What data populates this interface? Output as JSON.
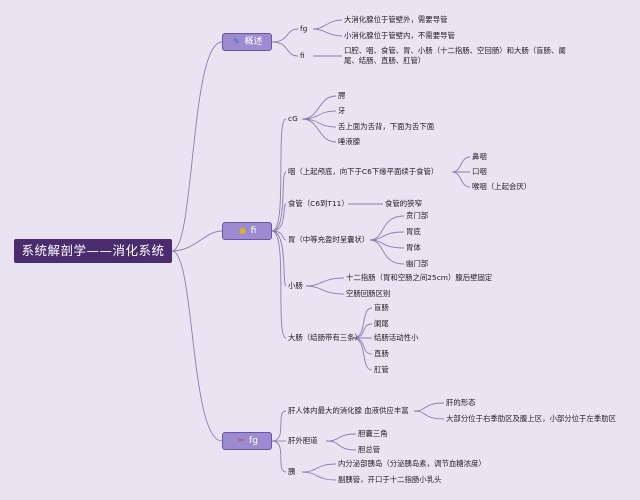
{
  "root": "系统解剖学——消化系统",
  "overview": {
    "label": "概述",
    "fg": {
      "label": "fg",
      "items": [
        "大消化腺位于管壁外，需要导管",
        "小消化腺位于管壁内，不需要导管"
      ]
    },
    "fi": {
      "label": "fi",
      "text": "口腔、咽、食管、胃、小肠（十二指肠、空回肠）和大肠（盲肠、阑尾、结肠、直肠、肛管）"
    }
  },
  "fi": {
    "label": "fi",
    "cg": {
      "label": "cG",
      "items": [
        "腭",
        "牙",
        "舌上面为舌背，下面为舌下面",
        "唾液腺"
      ]
    },
    "pharynx": {
      "label": "咽（上起颅底，向下于C6下缘平面续于食管）",
      "items": [
        "鼻咽",
        "口咽",
        "喉咽（上起会厌）"
      ]
    },
    "esophagus": {
      "label": "食管（C6到T11）",
      "item": "食管的狭窄"
    },
    "stomach": {
      "label": "胃（中等充盈时呈囊状）",
      "items": [
        "贲门部",
        "胃底",
        "胃体",
        "幽门部"
      ]
    },
    "small_intestine": {
      "label": "小肠",
      "items": [
        "十二指肠（胃和空肠之间25cm）腹后壁固定",
        "空肠回肠区别"
      ]
    },
    "large_intestine": {
      "label": "大肠（结肠带有三条）",
      "items": [
        "盲肠",
        "阑尾",
        "结肠活动性小",
        "直肠",
        "肛管"
      ]
    }
  },
  "fg": {
    "label": "fg",
    "liver": {
      "label": "肝人体内最大的消化腺 血液供应丰富",
      "items": [
        "肝的形态",
        "大部分位于右季肋区及腹上区，小部分位于左季肋区"
      ]
    },
    "biliary": {
      "label": "肝外胆道",
      "items": [
        "胆囊三角",
        "胆总管"
      ]
    },
    "pancreas": {
      "label": "胰",
      "items": [
        "内分泌部胰岛（分泌胰岛素，调节血糖浓度）",
        "副胰管，开口于十二指肠小乳头"
      ]
    }
  },
  "colors": {
    "root": "#4b2c6e",
    "main_node": "#9c8bd0",
    "line": "#8a7fae",
    "background": "#eae3f2"
  },
  "icons": {
    "overview": "brush-icon",
    "fi": "lightbulb-icon",
    "fg": "tools-icon"
  }
}
